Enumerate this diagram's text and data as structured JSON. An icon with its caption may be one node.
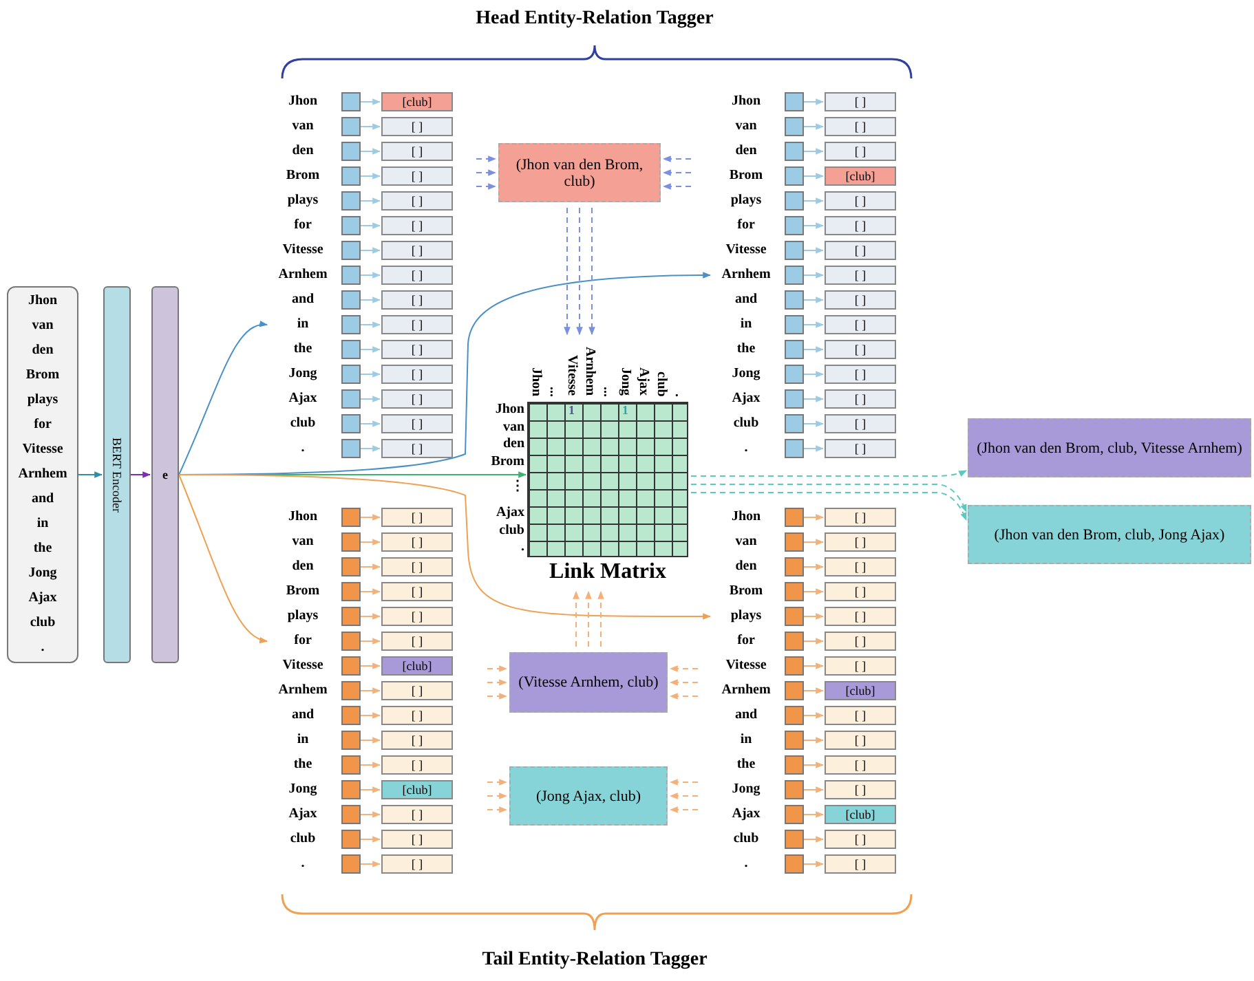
{
  "diagram": {
    "nodes": [
      {
        "text": [
          "Jhon van den Brom plays for Vitesse Arnhem and in the Jong Ajax club ."
        ]
      },
      {
        "text": [
          "BERT Encoder"
        ]
      },
      {
        "text": [
          "e"
        ]
      },
      {
        "text": [],
        "shape": "box",
        "beside": [
          "Jhon"
        ]
      },
      {
        "text": [
          "[club]"
        ]
      },
      {
        "text": [],
        "shape": "box",
        "beside": [
          "van"
        ]
      },
      {
        "text": [
          "[ ]"
        ]
      },
      {
        "text": [],
        "shape": "box",
        "beside": [
          "den"
        ]
      },
      {
        "text": [
          "[ ]"
        ]
      },
      {
        "text": [],
        "shape": "box",
        "beside": [
          "Brom"
        ]
      },
      {
        "text": [
          "[ ]"
        ]
      },
      {
        "text": [],
        "shape": "box",
        "beside": [
          "plays"
        ]
      },
      {
        "text": [
          "[ ]"
        ]
      },
      {
        "text": [],
        "shape": "box",
        "beside": [
          "for"
        ]
      },
      {
        "text": [
          "[ ]"
        ]
      },
      {
        "text": [],
        "shape": "box",
        "beside": [
          "Vitesse"
        ]
      },
      {
        "text": [
          "[ ]"
        ]
      },
      {
        "text": [],
        "shape": "box",
        "beside": [
          "Arnhem"
        ]
      },
      {
        "text": [
          "[ ]"
        ]
      },
      {
        "text": [],
        "shape": "box",
        "beside": [
          "and"
        ]
      },
      {
        "text": [
          "[ ]"
        ]
      },
      {
        "text": [],
        "shape": "box",
        "beside": [
          "in"
        ]
      },
      {
        "text": [
          "[ ]"
        ]
      },
      {
        "text": [],
        "shape": "box",
        "beside": [
          "the"
        ]
      },
      {
        "text": [
          "[ ]"
        ]
      },
      {
        "text": [],
        "shape": "box",
        "beside": [
          "Jong"
        ]
      },
      {
        "text": [
          "[ ]"
        ]
      },
      {
        "text": [],
        "shape": "box",
        "beside": [
          "Ajax"
        ]
      },
      {
        "text": [
          "[ ]"
        ]
      },
      {
        "text": [],
        "shape": "box",
        "beside": [
          "club"
        ]
      },
      {
        "text": [
          "[ ]"
        ]
      },
      {
        "text": [],
        "shape": "box",
        "beside": [
          "."
        ]
      },
      {
        "text": [
          "[ ]"
        ]
      },
      {
        "text": [],
        "shape": "box",
        "beside": [
          "Jhon"
        ]
      },
      {
        "text": [
          "[ ]"
        ]
      },
      {
        "text": [],
        "shape": "box",
        "beside": [
          "van"
        ]
      },
      {
        "text": [
          "[ ]"
        ]
      },
      {
        "text": [],
        "shape": "box",
        "beside": [
          "den"
        ]
      },
      {
        "text": [
          "[ ]"
        ]
      },
      {
        "text": [],
        "shape": "box",
        "beside": [
          "Brom"
        ]
      },
      {
        "text": [
          "[club]"
        ]
      },
      {
        "text": [],
        "shape": "box",
        "beside": [
          "plays"
        ]
      },
      {
        "text": [
          "[ ]"
        ]
      },
      {
        "text": [],
        "shape": "box",
        "beside": [
          "for"
        ]
      },
      {
        "text": [
          "[ ]"
        ]
      },
      {
        "text": [],
        "shape": "box",
        "beside": [
          "Vitesse"
        ]
      },
      {
        "text": [
          "[ ]"
        ]
      },
      {
        "text": [],
        "shape": "box",
        "beside": [
          "Arnhem"
        ]
      },
      {
        "text": [
          "[ ]"
        ]
      },
      {
        "text": [],
        "shape": "box",
        "beside": [
          "and"
        ]
      },
      {
        "text": [
          "[ ]"
        ]
      },
      {
        "text": [],
        "shape": "box",
        "beside": [
          "in"
        ]
      },
      {
        "text": [
          "[ ]"
        ]
      },
      {
        "text": [],
        "shape": "box",
        "beside": [
          "the"
        ]
      },
      {
        "text": [
          "[ ]"
        ]
      },
      {
        "text": [],
        "shape": "box",
        "beside": [
          "Jong"
        ]
      },
      {
        "text": [
          "[ ]"
        ]
      },
      {
        "text": [],
        "shape": "box",
        "beside": [
          "Ajax"
        ]
      },
      {
        "text": [
          "[ ]"
        ]
      },
      {
        "text": [],
        "shape": "box",
        "beside": [
          "club"
        ]
      },
      {
        "text": [
          "[ ]"
        ]
      },
      {
        "text": [],
        "shape": "box",
        "beside": [
          "."
        ]
      },
      {
        "text": [
          "[ ]"
        ]
      },
      {
        "text": [],
        "shape": "box",
        "beside": [
          "Jhon"
        ]
      },
      {
        "text": [
          "[ ]"
        ]
      },
      {
        "text": [],
        "shape": "box",
        "beside": [
          "van"
        ]
      },
      {
        "text": [
          "[ ]"
        ]
      },
      {
        "text": [],
        "shape": "box",
        "beside": [
          "den"
        ]
      },
      {
        "text": [
          "[ ]"
        ]
      },
      {
        "text": [],
        "shape": "box",
        "beside": [
          "Brom"
        ]
      },
      {
        "text": [
          "[ ]"
        ]
      },
      {
        "text": [],
        "shape": "box",
        "beside": [
          "plays"
        ]
      },
      {
        "text": [
          "[ ]"
        ]
      },
      {
        "text": [],
        "shape": "box",
        "beside": [
          "for"
        ]
      },
      {
        "text": [
          "[ ]"
        ]
      },
      {
        "text": [],
        "shape": "box",
        "beside": [
          "Vitesse"
        ]
      },
      {
        "text": [
          "[club]"
        ]
      },
      {
        "text": [],
        "shape": "box",
        "beside": [
          "Arnhem"
        ]
      },
      {
        "text": [
          "[ ]"
        ]
      },
      {
        "text": [],
        "shape": "box",
        "beside": [
          "and"
        ]
      },
      {
        "text": [
          "[ ]"
        ]
      },
      {
        "text": [],
        "shape": "box",
        "beside": [
          "in"
        ]
      },
      {
        "text": [
          "[ ]"
        ]
      },
      {
        "text": [],
        "shape": "box",
        "beside": [
          "the"
        ]
      },
      {
        "text": [
          "[ ]"
        ]
      },
      {
        "text": [],
        "shape": "box",
        "beside": [
          "Jong"
        ]
      },
      {
        "text": [
          "[club]"
        ]
      },
      {
        "text": [],
        "shape": "box",
        "beside": [
          "Ajax"
        ]
      },
      {
        "text": [
          "[ ]"
        ]
      },
      {
        "text": [],
        "shape": "box",
        "beside": [
          "club"
        ]
      },
      {
        "text": [
          "[ ]"
        ]
      },
      {
        "text": [],
        "shape": "box",
        "beside": [
          "."
        ]
      },
      {
        "text": [
          "[ ]"
        ]
      },
      {
        "text": [],
        "shape": "box",
        "beside": [
          "Jhon"
        ]
      },
      {
        "text": [
          "[ ]"
        ]
      },
      {
        "text": [],
        "shape": "box",
        "beside": [
          "van"
        ]
      },
      {
        "text": [
          "[ ]"
        ]
      },
      {
        "text": [],
        "shape": "box",
        "beside": [
          "den"
        ]
      },
      {
        "text": [
          "[ ]"
        ]
      },
      {
        "text": [],
        "shape": "box",
        "beside": [
          "Brom"
        ]
      },
      {
        "text": [
          "[ ]"
        ]
      },
      {
        "text": [],
        "shape": "box",
        "beside": [
          "plays"
        ]
      },
      {
        "text": [
          "[ ]"
        ]
      },
      {
        "text": [],
        "shape": "box",
        "beside": [
          "for"
        ]
      },
      {
        "text": [
          "[ ]"
        ]
      },
      {
        "text": [],
        "shape": "box",
        "beside": [
          "Vitesse"
        ]
      },
      {
        "text": [
          "[ ]"
        ]
      },
      {
        "text": [],
        "shape": "box",
        "beside": [
          "Arnhem"
        ]
      },
      {
        "text": [
          "[club]"
        ]
      },
      {
        "text": [],
        "shape": "box",
        "beside": [
          "and"
        ]
      },
      {
        "text": [
          "[ ]"
        ]
      },
      {
        "text": [],
        "shape": "box",
        "beside": [
          "in"
        ]
      },
      {
        "text": [
          "[ ]"
        ]
      },
      {
        "text": [],
        "shape": "box",
        "beside": [
          "the"
        ]
      },
      {
        "text": [
          "[ ]"
        ]
      },
      {
        "text": [],
        "shape": "box",
        "beside": [
          "Jong"
        ]
      },
      {
        "text": [
          "[ ]"
        ]
      },
      {
        "text": [],
        "shape": "box",
        "beside": [
          "Ajax"
        ]
      },
      {
        "text": [
          "[club]"
        ]
      },
      {
        "text": [],
        "shape": "box",
        "beside": [
          "club"
        ]
      },
      {
        "text": [
          "[ ]"
        ]
      },
      {
        "text": [],
        "shape": "box",
        "beside": [
          "."
        ]
      },
      {
        "text": [
          "[ ]"
        ]
      },
      {
        "text": [
          "(Jhon van den Brom, club)"
        ]
      },
      {
        "text": [
          "Link Matrix"
        ],
        "beside": [
          "Jhon",
          "...",
          "Vitesse",
          "Arnhem",
          "...",
          "Jong",
          "Ajax",
          "club",
          ".",
          "Jhon",
          "van",
          "den",
          "Brom",
          "⋮",
          "Ajax",
          "club",
          "."
        ]
      },
      {
        "text": [
          "(Vitesse Arnhem, club)"
        ]
      },
      {
        "text": [
          "(Jong Ajax, club)"
        ]
      },
      {
        "text": [
          "(Jhon van den Brom, club, Vitesse Arnhem)"
        ]
      },
      {
        "text": [
          "(Jhon van den Brom, club, Jong Ajax)"
        ]
      }
    ],
    "edges": [
      {
        "from": 0,
        "to": 1,
        "arrow": "to",
        "color": "#2e8fa8"
      },
      {
        "from": 1,
        "to": 2,
        "arrow": "to",
        "color": "#7b2fb0"
      },
      {
        "from": 2,
        "to": 21,
        "arrow": "to",
        "color": "#4a90c8"
      },
      {
        "from": 2,
        "to": 47,
        "arrow": "to",
        "color": "#4a90c8"
      },
      {
        "from": 2,
        "to": 124,
        "arrow": "to",
        "color": "#3cb371"
      },
      {
        "from": 2,
        "to": 73,
        "arrow": "to",
        "color": "#f0a050"
      },
      {
        "from": 2,
        "to": 101,
        "arrow": "to",
        "color": "#f0a050"
      },
      {
        "from": 3,
        "to": 4,
        "arrow": "to",
        "color": "#9ccbe6"
      },
      {
        "from": 5,
        "to": 6,
        "arrow": "to",
        "color": "#9ccbe6"
      },
      {
        "from": 7,
        "to": 8,
        "arrow": "to",
        "color": "#9ccbe6"
      },
      {
        "from": 9,
        "to": 10,
        "arrow": "to",
        "color": "#9ccbe6"
      },
      {
        "from": 11,
        "to": 12,
        "arrow": "to",
        "color": "#9ccbe6"
      },
      {
        "from": 13,
        "to": 14,
        "arrow": "to",
        "color": "#9ccbe6"
      },
      {
        "from": 15,
        "to": 16,
        "arrow": "to",
        "color": "#9ccbe6"
      },
      {
        "from": 17,
        "to": 18,
        "arrow": "to",
        "color": "#9ccbe6"
      },
      {
        "from": 19,
        "to": 20,
        "arrow": "to",
        "color": "#9ccbe6"
      },
      {
        "from": 21,
        "to": 22,
        "arrow": "to",
        "color": "#9ccbe6"
      },
      {
        "from": 23,
        "to": 24,
        "arrow": "to",
        "color": "#9ccbe6"
      },
      {
        "from": 25,
        "to": 26,
        "arrow": "to",
        "color": "#9ccbe6"
      },
      {
        "from": 27,
        "to": 28,
        "arrow": "to",
        "color": "#9ccbe6"
      },
      {
        "from": 29,
        "to": 30,
        "arrow": "to",
        "color": "#9ccbe6"
      },
      {
        "from": 31,
        "to": 32,
        "arrow": "to",
        "color": "#9ccbe6"
      },
      {
        "from": 33,
        "to": 34,
        "arrow": "to",
        "color": "#9ccbe6"
      },
      {
        "from": 35,
        "to": 36,
        "arrow": "to",
        "color": "#9ccbe6"
      },
      {
        "from": 37,
        "to": 38,
        "arrow": "to",
        "color": "#9ccbe6"
      },
      {
        "from": 39,
        "to": 40,
        "arrow": "to",
        "color": "#9ccbe6"
      },
      {
        "from": 41,
        "to": 42,
        "arrow": "to",
        "color": "#9ccbe6"
      },
      {
        "from": 43,
        "to": 44,
        "arrow": "to",
        "color": "#9ccbe6"
      },
      {
        "from": 45,
        "to": 46,
        "arrow": "to",
        "color": "#9ccbe6"
      },
      {
        "from": 47,
        "to": 48,
        "arrow": "to",
        "color": "#9ccbe6"
      },
      {
        "from": 49,
        "to": 50,
        "arrow": "to",
        "color": "#9ccbe6"
      },
      {
        "from": 51,
        "to": 52,
        "arrow": "to",
        "color": "#9ccbe6"
      },
      {
        "from": 53,
        "to": 54,
        "arrow": "to",
        "color": "#9ccbe6"
      },
      {
        "from": 55,
        "to": 56,
        "arrow": "to",
        "color": "#9ccbe6"
      },
      {
        "from": 57,
        "to": 58,
        "arrow": "to",
        "color": "#9ccbe6"
      },
      {
        "from": 59,
        "to": 60,
        "arrow": "to",
        "color": "#9ccbe6"
      },
      {
        "from": 61,
        "to": 62,
        "arrow": "to",
        "color": "#9ccbe6"
      },
      {
        "from": 63,
        "to": 64,
        "arrow": "to",
        "color": "#f2b27a"
      },
      {
        "from": 65,
        "to": 66,
        "arrow": "to",
        "color": "#f2b27a"
      },
      {
        "from": 67,
        "to": 68,
        "arrow": "to",
        "color": "#f2b27a"
      },
      {
        "from": 69,
        "to": 70,
        "arrow": "to",
        "color": "#f2b27a"
      },
      {
        "from": 71,
        "to": 72,
        "arrow": "to",
        "color": "#f2b27a"
      },
      {
        "from": 73,
        "to": 74,
        "arrow": "to",
        "color": "#f2b27a"
      },
      {
        "from": 75,
        "to": 76,
        "arrow": "to",
        "color": "#f2b27a"
      },
      {
        "from": 77,
        "to": 78,
        "arrow": "to",
        "color": "#f2b27a"
      },
      {
        "from": 79,
        "to": 80,
        "arrow": "to",
        "color": "#f2b27a"
      },
      {
        "from": 81,
        "to": 82,
        "arrow": "to",
        "color": "#f2b27a"
      },
      {
        "from": 83,
        "to": 84,
        "arrow": "to",
        "color": "#f2b27a"
      },
      {
        "from": 85,
        "to": 86,
        "arrow": "to",
        "color": "#f2b27a"
      },
      {
        "from": 87,
        "to": 88,
        "arrow": "to",
        "color": "#f2b27a"
      },
      {
        "from": 89,
        "to": 90,
        "arrow": "to",
        "color": "#f2b27a"
      },
      {
        "from": 91,
        "to": 92,
        "arrow": "to",
        "color": "#f2b27a"
      },
      {
        "from": 93,
        "to": 94,
        "arrow": "to",
        "color": "#f2b27a"
      },
      {
        "from": 95,
        "to": 96,
        "arrow": "to",
        "color": "#f2b27a"
      },
      {
        "from": 97,
        "to": 98,
        "arrow": "to",
        "color": "#f2b27a"
      },
      {
        "from": 99,
        "to": 100,
        "arrow": "to",
        "color": "#f2b27a"
      },
      {
        "from": 101,
        "to": 102,
        "arrow": "to",
        "color": "#f2b27a"
      },
      {
        "from": 103,
        "to": 104,
        "arrow": "to",
        "color": "#f2b27a"
      },
      {
        "from": 105,
        "to": 106,
        "arrow": "to",
        "color": "#f2b27a"
      },
      {
        "from": 107,
        "to": 108,
        "arrow": "to",
        "color": "#f2b27a"
      },
      {
        "from": 109,
        "to": 110,
        "arrow": "to",
        "color": "#f2b27a"
      },
      {
        "from": 111,
        "to": 112,
        "arrow": "to",
        "color": "#f2b27a"
      },
      {
        "from": 113,
        "to": 114,
        "arrow": "to",
        "color": "#f2b27a"
      },
      {
        "from": 115,
        "to": 116,
        "arrow": "to",
        "color": "#f2b27a"
      },
      {
        "from": 117,
        "to": 118,
        "arrow": "to",
        "color": "#f2b27a"
      },
      {
        "from": 119,
        "to": 120,
        "arrow": "to",
        "color": "#f2b27a"
      },
      {
        "from": 121,
        "to": 122,
        "arrow": "to",
        "color": "#f2b27a"
      },
      {
        "from": null,
        "to": 123,
        "arrow": "to",
        "style": "dashed",
        "color": "#7b8fe0"
      },
      {
        "from": null,
        "to": 123,
        "arrow": "to",
        "style": "dashed",
        "color": "#7b8fe0"
      },
      {
        "from": null,
        "to": 123,
        "arrow": "to",
        "style": "dashed",
        "color": "#7b8fe0"
      },
      {
        "from": null,
        "to": 123,
        "arrow": "to",
        "style": "dashed",
        "color": "#7b8fe0"
      },
      {
        "from": null,
        "to": 123,
        "arrow": "to",
        "style": "dashed",
        "color": "#7b8fe0"
      },
      {
        "from": null,
        "to": 123,
        "arrow": "to",
        "style": "dashed",
        "color": "#7b8fe0"
      },
      {
        "from": 123,
        "to": 124,
        "arrow": "to",
        "style": "dashed",
        "color": "#7b8fe0"
      },
      {
        "from": 123,
        "to": 124,
        "arrow": "to",
        "style": "dashed",
        "color": "#7b8fe0"
      },
      {
        "from": 123,
        "to": 124,
        "arrow": "to",
        "style": "dashed",
        "color": "#7b8fe0"
      },
      {
        "from": null,
        "to": 125,
        "arrow": "to",
        "style": "dashed",
        "color": "#f5b07a"
      },
      {
        "from": null,
        "to": 125,
        "arrow": "to",
        "style": "dashed",
        "color": "#f5b07a"
      },
      {
        "from": null,
        "to": 125,
        "arrow": "to",
        "style": "dashed",
        "color": "#f5b07a"
      },
      {
        "from": null,
        "to": 125,
        "arrow": "to",
        "style": "dashed",
        "color": "#f5b07a"
      },
      {
        "from": null,
        "to": 125,
        "arrow": "to",
        "style": "dashed",
        "color": "#f5b07a"
      },
      {
        "from": null,
        "to": 125,
        "arrow": "to",
        "style": "dashed",
        "color": "#f5b07a"
      },
      {
        "from": 125,
        "to": 124,
        "arrow": "to",
        "style": "dashed",
        "color": "#f5b07a"
      },
      {
        "from": 125,
        "to": 124,
        "arrow": "to",
        "style": "dashed",
        "color": "#f5b07a"
      },
      {
        "from": 125,
        "to": 124,
        "arrow": "to",
        "style": "dashed",
        "color": "#f5b07a"
      },
      {
        "from": null,
        "to": 126,
        "arrow": "to",
        "style": "dashed",
        "color": "#f5b07a"
      },
      {
        "from": null,
        "to": 126,
        "arrow": "to",
        "style": "dashed",
        "color": "#f5b07a"
      },
      {
        "from": null,
        "to": 126,
        "arrow": "to",
        "style": "dashed",
        "color": "#f5b07a"
      },
      {
        "from": null,
        "to": 126,
        "arrow": "to",
        "style": "dashed",
        "color": "#f5b07a"
      },
      {
        "from": null,
        "to": 126,
        "arrow": "to",
        "style": "dashed",
        "color": "#f5b07a"
      },
      {
        "from": null,
        "to": 126,
        "arrow": "to",
        "style": "dashed",
        "color": "#f5b07a"
      },
      {
        "from": 124,
        "to": 127,
        "arrow": "to",
        "style": "dashed",
        "color": "#5cc8c0"
      },
      {
        "from": 124,
        "to": 128,
        "arrow": "to",
        "style": "dashed",
        "color": "#5cc8c0"
      },
      {
        "from": 124,
        "to": 128,
        "arrow": "to",
        "style": "dashed",
        "color": "#5cc8c0"
      }
    ],
    "labels": [
      "Head Entity-Relation Tagger",
      "1",
      "1",
      "Tail Entity-Relation Tagger"
    ]
  }
}
